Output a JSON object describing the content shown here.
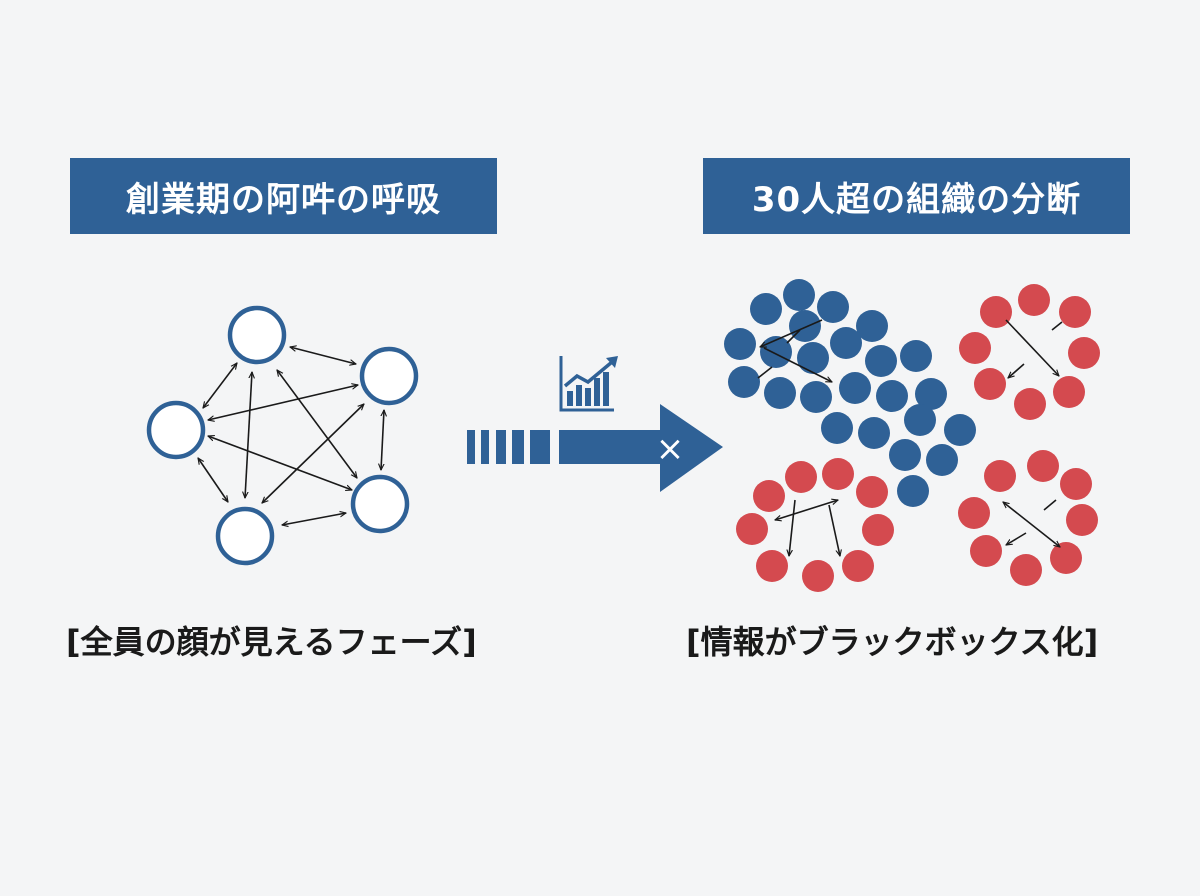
{
  "left_panel": {
    "title": "創業期の阿吽の呼吸",
    "caption": "[全員の顔が見えるフェーズ]"
  },
  "right_panel": {
    "title": "30人超の組織の分断",
    "caption": "[情報がブラックボックス化]"
  },
  "transition": {
    "icon": "growth-chart-icon",
    "blocked_mark": "×"
  },
  "colors": {
    "primary_blue": "#2f6196",
    "team_red": "#d44a4f",
    "background": "#f4f5f6"
  }
}
